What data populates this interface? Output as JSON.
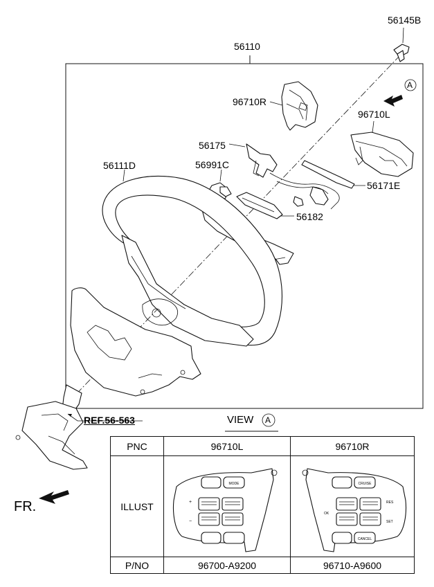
{
  "labels": {
    "p56145b": "56145B",
    "p56110": "56110",
    "p96710r": "96710R",
    "p96710l": "96710L",
    "p56175": "56175",
    "p56111d": "56111D",
    "p56991c": "56991C",
    "p56171e": "56171E",
    "p56182": "56182",
    "ref": "REF.56-563",
    "fr": "FR.",
    "view_marker": "A"
  },
  "view": {
    "title": "VIEW",
    "marker": "A"
  },
  "table": {
    "headers": {
      "pnc": "PNC",
      "illust": "ILLUST",
      "pno": "P/NO"
    },
    "left": {
      "pnc": "96710L",
      "pno": "96700-A9200",
      "buttons": {
        "mode": "MODE",
        "plus": "+",
        "minus": "−"
      }
    },
    "right": {
      "pnc": "96710R",
      "pno": "96710-A9600",
      "buttons": {
        "cruise": "CRUISE",
        "cancel": "CANCEL",
        "ok": "OK",
        "res": "RES",
        "set": "SET"
      }
    }
  }
}
